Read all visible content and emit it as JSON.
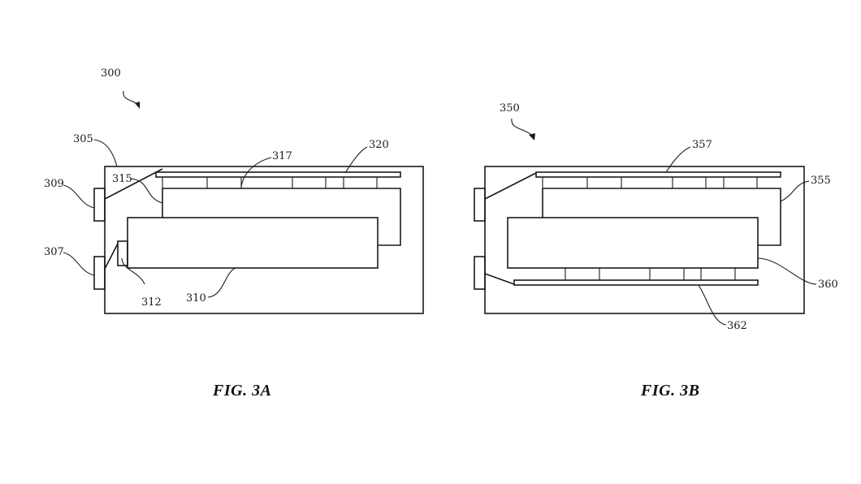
{
  "figures": [
    {
      "caption": "FIG. 3A",
      "refs": {
        "assembly": "300",
        "housing": "305",
        "port_upper": "309",
        "port_lower": "307",
        "tab": "312",
        "cell_lower": "310",
        "cell_upper": "315",
        "spacer_row": "317",
        "circuit_board": "320"
      }
    },
    {
      "caption": "FIG. 3B",
      "refs": {
        "assembly": "350",
        "circuit_board_top": "357",
        "cell_upper": "355",
        "cell_lower": "360",
        "circuit_board_bottom": "362"
      }
    }
  ]
}
